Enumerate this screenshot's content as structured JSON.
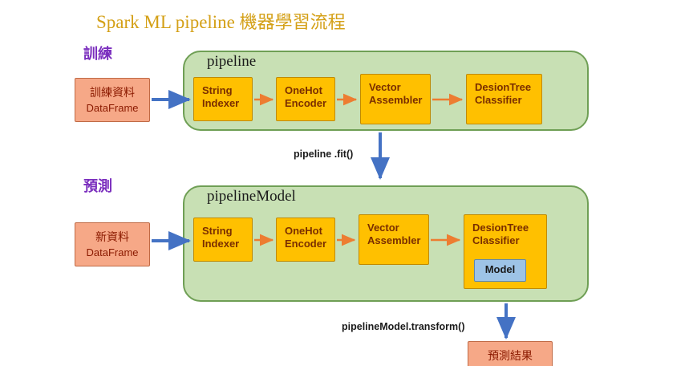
{
  "title": {
    "latin": "Spark ML pipeline ",
    "cjk": "機器學習流程"
  },
  "sections": {
    "training_label": "訓練",
    "prediction_label": "預測"
  },
  "pipeline": {
    "title": "pipeline",
    "input": {
      "line1": "訓練資料",
      "line2": "DataFrame"
    },
    "stages": [
      {
        "line1": "String",
        "line2": "Indexer"
      },
      {
        "line1": "OneHot",
        "line2": "Encoder"
      },
      {
        "line1": "Vector",
        "line2": "Assembler"
      },
      {
        "line1": "DesionTree",
        "line2": "Classifier"
      }
    ]
  },
  "pipeline_model": {
    "title": "pipelineModel",
    "input": {
      "line1": "新資料",
      "line2": "DataFrame"
    },
    "stages": [
      {
        "line1": "String",
        "line2": "Indexer"
      },
      {
        "line1": "OneHot",
        "line2": "Encoder"
      },
      {
        "line1": "Vector",
        "line2": "Assembler"
      },
      {
        "line1": "DesionTree",
        "line2": "Classifier"
      }
    ],
    "model_badge": "Model"
  },
  "flows": {
    "fit_label": "pipeline .fit()",
    "transform_label": "pipelineModel.transform()"
  },
  "output": {
    "line1": "預測結果"
  },
  "colors": {
    "title": "#d4a017",
    "section_label": "#7b2fbe",
    "pipeline_fill": "#c8e0b4",
    "pipeline_border": "#6f9f55",
    "stage_fill": "#ffc000",
    "stage_text": "#7a2e00",
    "data_fill": "#f6a887",
    "data_text": "#8b1a00",
    "model_fill": "#9dc3e6",
    "arrow_blue": "#4472c4",
    "arrow_orange": "#ed7d31"
  }
}
